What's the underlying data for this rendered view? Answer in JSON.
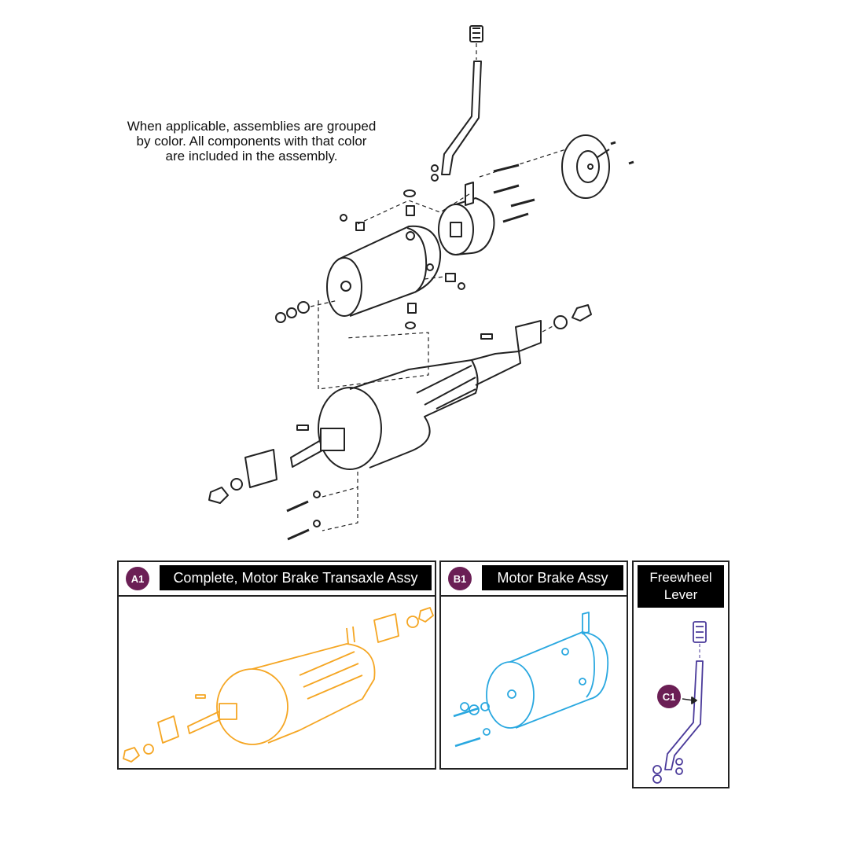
{
  "note_lines": [
    "When applicable, assemblies are grouped",
    "by color. All components with that color",
    "are included in the assembly."
  ],
  "panels": [
    {
      "badge": "A1",
      "title": "Complete, Motor Brake Transaxle Assy",
      "color": "#f5a623"
    },
    {
      "badge": "B1",
      "title": "Motor Brake Assy",
      "color": "#2aa8e0"
    },
    {
      "title_lines": [
        "Freewheel",
        "Lever"
      ],
      "callout": "C1",
      "color": "#4a3a9a"
    }
  ],
  "colors": {
    "line": "#222222",
    "badge": "#6b1f55",
    "title_bg": "#000000"
  }
}
